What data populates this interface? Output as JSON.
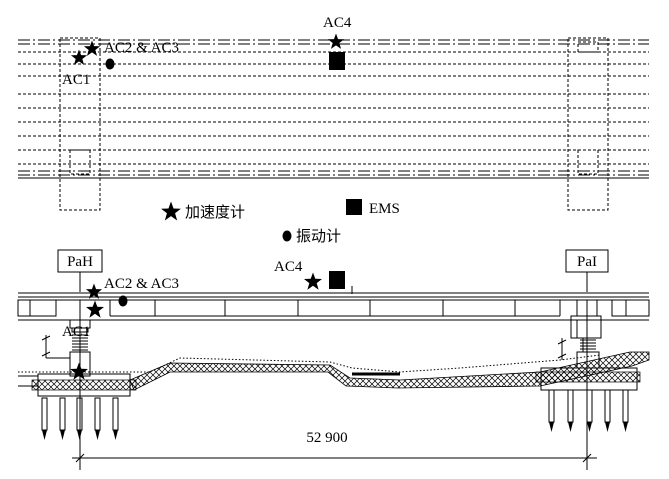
{
  "plan_view": {
    "labels": {
      "ac1": "AC1",
      "ac2_ac3": "AC2 & AC3",
      "ac4": "AC4"
    }
  },
  "legend": {
    "accelerometer": "加速度计",
    "ems": "EMS",
    "vibrometer": "振动计"
  },
  "elevation_view": {
    "pier_left": "PaH",
    "pier_right": "PaI",
    "labels": {
      "ac1": "AC1",
      "ac2_ac3": "AC2 & AC3",
      "ac4": "AC4"
    },
    "span_dimension": "52 900"
  }
}
